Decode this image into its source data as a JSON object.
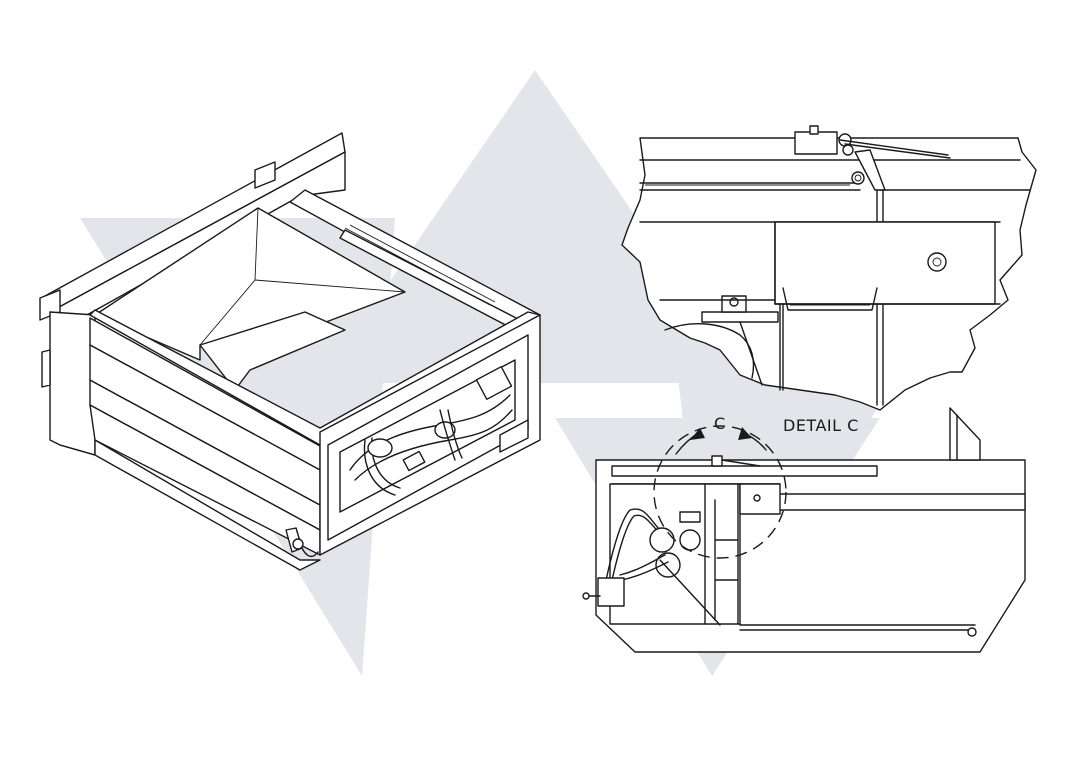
{
  "labels": {
    "detail_callout_letter": "C",
    "detail_title": "DETAIL  C"
  },
  "colors": {
    "watermark": "#e3e5ea",
    "line": "#1a1a1a",
    "background": "#ffffff"
  },
  "views": {
    "isometric": "hopper-isometric-view",
    "detail": "detail-c-enlarged-view",
    "side": "side-elevation-view"
  }
}
